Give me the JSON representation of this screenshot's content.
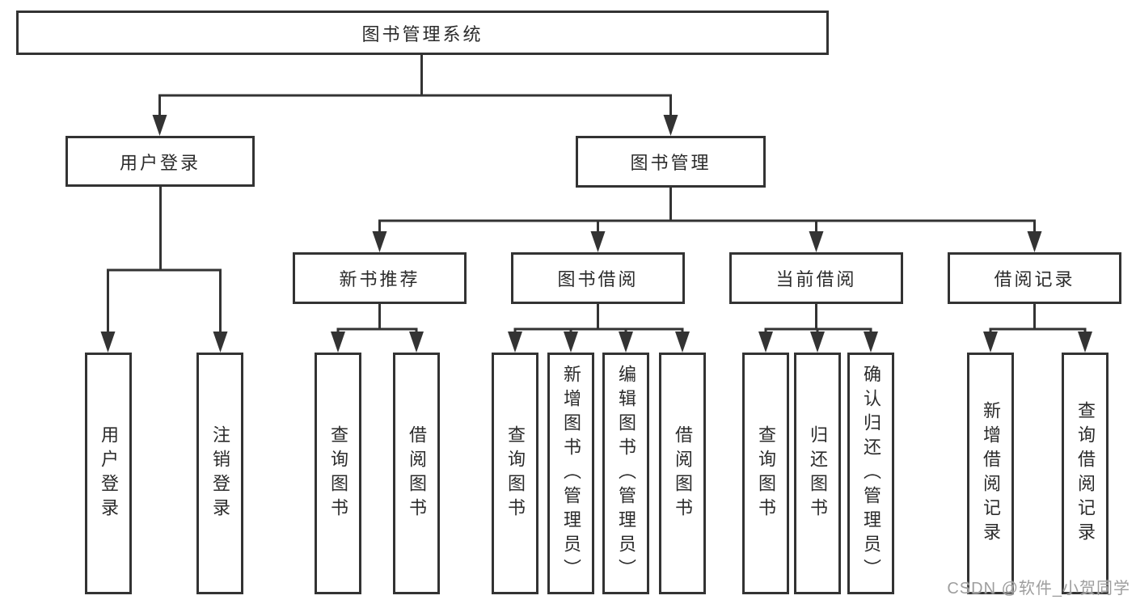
{
  "diagram": {
    "root": {
      "label": "图书管理系统"
    },
    "branches": {
      "user_login": {
        "label": "用户登录",
        "children": [
          {
            "label": "用户登录"
          },
          {
            "label": "注销登录"
          }
        ]
      },
      "book_mgmt": {
        "label": "图书管理",
        "modules": [
          {
            "label": "新书推荐",
            "children": [
              {
                "label": "查询图书"
              },
              {
                "label": "借阅图书"
              }
            ]
          },
          {
            "label": "图书借阅",
            "children": [
              {
                "label": "查询图书"
              },
              {
                "label": "新增图书（管理员）"
              },
              {
                "label": "编辑图书（管理员）"
              },
              {
                "label": "借阅图书"
              }
            ]
          },
          {
            "label": "当前借阅",
            "children": [
              {
                "label": "查询图书"
              },
              {
                "label": "归还图书"
              },
              {
                "label": "确认归还（管理员）"
              }
            ]
          },
          {
            "label": "借阅记录",
            "children": [
              {
                "label": "新增借阅记录"
              },
              {
                "label": "查询借阅记录"
              }
            ]
          }
        ]
      }
    }
  },
  "watermark": {
    "text": "CSDN @软件_小贺同学"
  },
  "colors": {
    "background": "#ffffff",
    "line": "#333333",
    "box_border": "#333333",
    "text": "#2b2b2b",
    "watermark": "#9e9e9e"
  }
}
